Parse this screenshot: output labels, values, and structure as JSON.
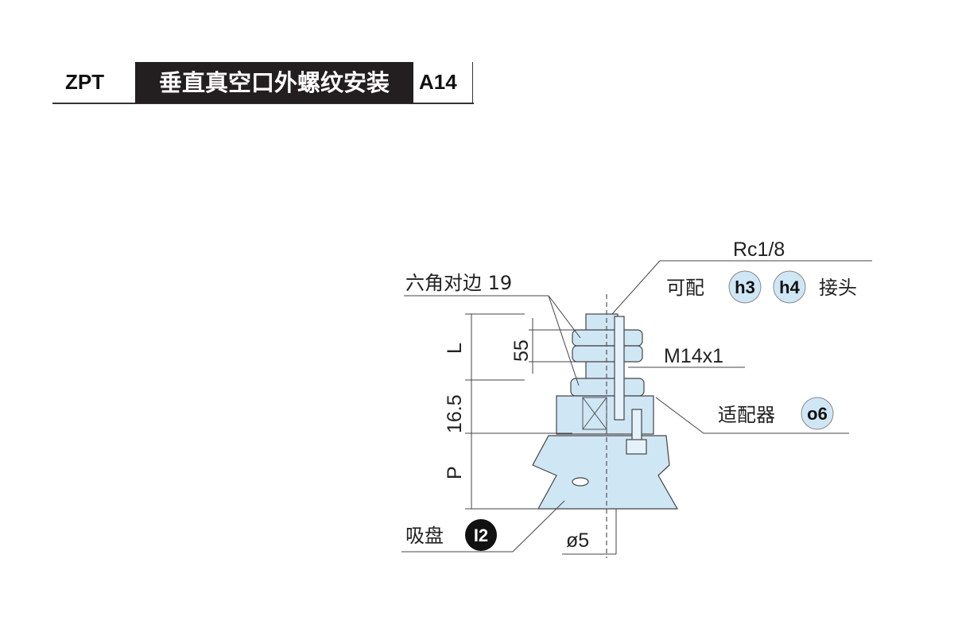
{
  "header": {
    "series": "ZPT",
    "title": "垂直真空口外螺纹安装",
    "code": "A14"
  },
  "drawing": {
    "port_thread": "Rc1/8",
    "fitting_prefix": "可配",
    "fitting_codes": [
      "h3",
      "h4"
    ],
    "fitting_suffix": "接头",
    "hex_label": "六角对边 19",
    "thread_label": "M14x1",
    "adapter_label": "适配器",
    "adapter_code": "o6",
    "pad_label": "吸盘",
    "pad_code": "I2",
    "dim_L": "L",
    "dim_55": "55",
    "dim_16_5": "16.5",
    "dim_P": "P",
    "dim_dia": "ø5",
    "colors": {
      "part_fill": "#cfe6f5",
      "bubble_fill": "#cfe6f5",
      "line": "#333333",
      "header_bg": "#231f20"
    }
  }
}
